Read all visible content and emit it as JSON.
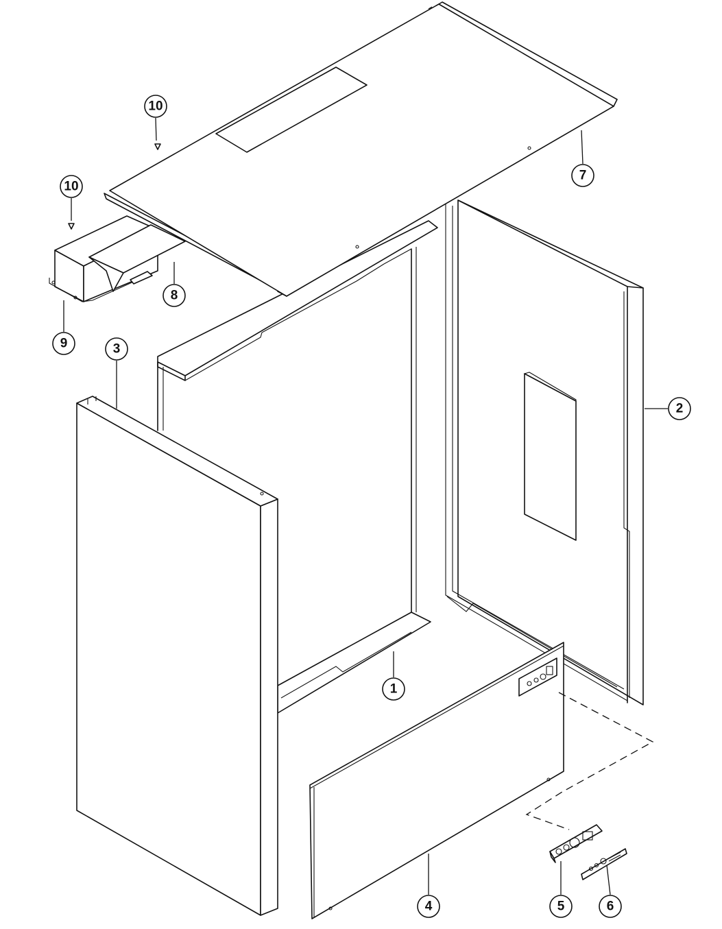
{
  "diagram": {
    "type": "exploded-parts-view",
    "callouts": [
      {
        "id": "c10a",
        "label": "10"
      },
      {
        "id": "c10b",
        "label": "10"
      },
      {
        "id": "c7",
        "label": "7"
      },
      {
        "id": "c8",
        "label": "8"
      },
      {
        "id": "c9",
        "label": "9"
      },
      {
        "id": "c3",
        "label": "3"
      },
      {
        "id": "c2",
        "label": "2"
      },
      {
        "id": "c1",
        "label": "1"
      },
      {
        "id": "c4",
        "label": "4"
      },
      {
        "id": "c5",
        "label": "5"
      },
      {
        "id": "c6",
        "label": "6"
      }
    ]
  }
}
